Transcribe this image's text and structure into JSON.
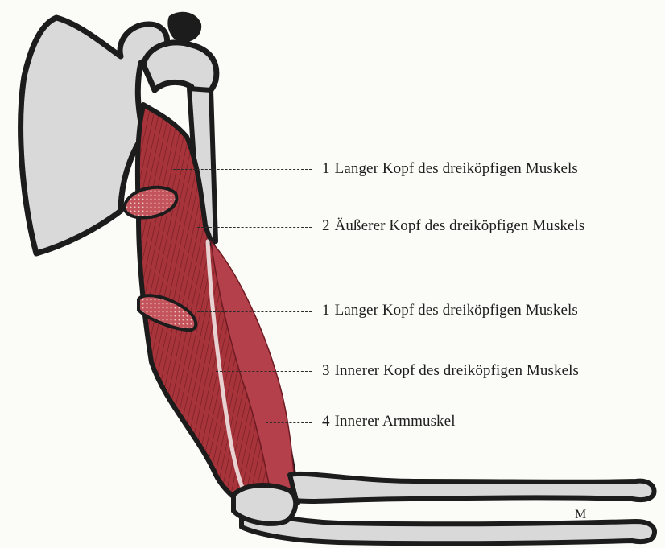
{
  "labels": [
    {
      "num": "1",
      "text": "Langer Kopf des dreiköpfigen Muskels"
    },
    {
      "num": "2",
      "text": "Äußerer Kopf des dreiköpfigen Muskels"
    },
    {
      "num": "1",
      "text": "Langer Kopf des dreiköpfigen Muskels"
    },
    {
      "num": "3",
      "text": "Innerer Kopf des dreiköpfigen Muskels"
    },
    {
      "num": "4",
      "text": "Innerer Armmuskel"
    }
  ],
  "signature": "M",
  "colors": {
    "muscle": "#a8343b",
    "muscle_dark": "#6e1a22",
    "bone": "#d9d9d9",
    "outline": "#1c1c1c",
    "background": "#fbfbf8"
  }
}
